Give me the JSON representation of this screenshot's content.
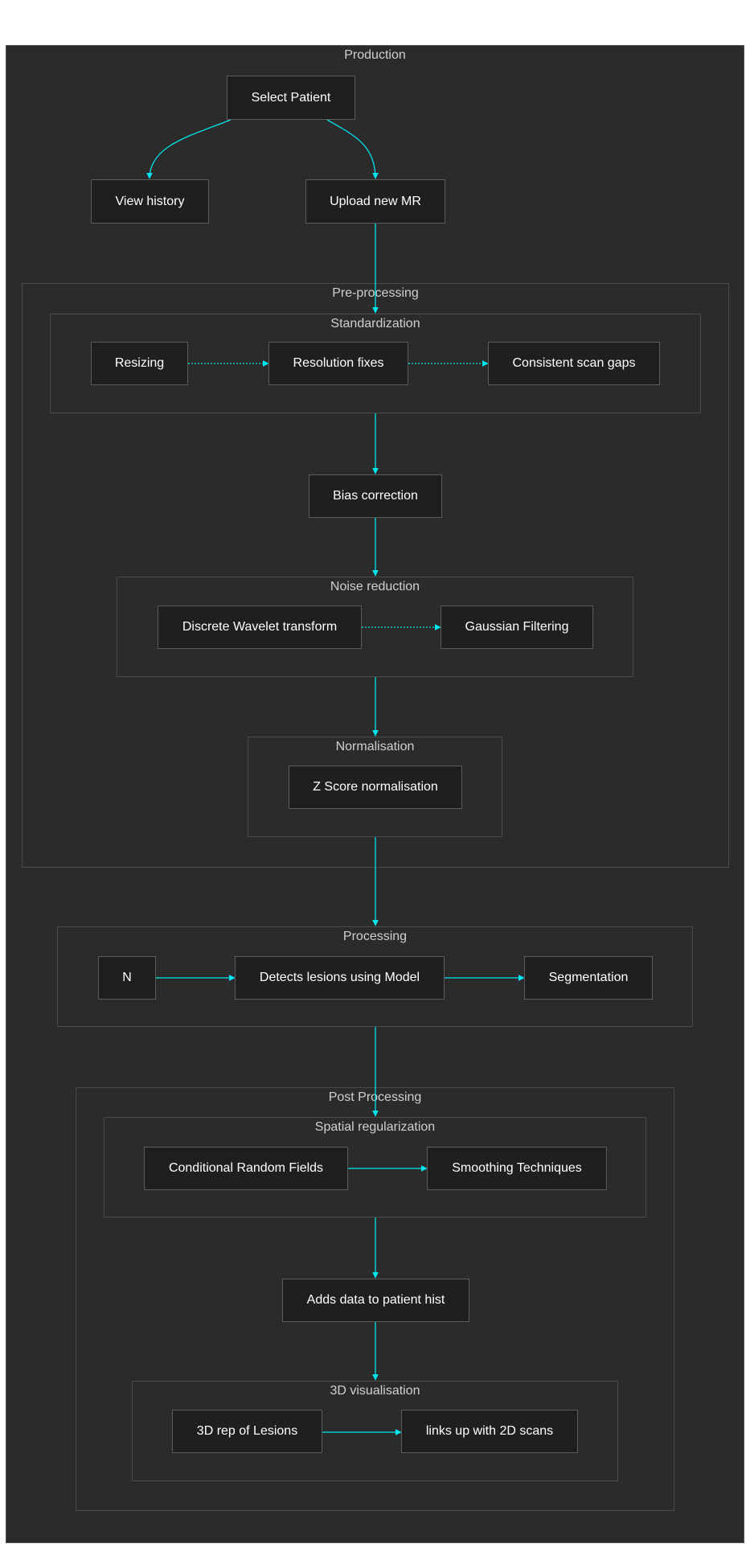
{
  "colors": {
    "edge": "#00e5ee",
    "background": "#2b2b2b",
    "node_fill": "#1f1f1f",
    "text": "#ffffff",
    "cluster_title": "#d0d0d0"
  },
  "clusters": {
    "production": "Production",
    "preprocessing": "Pre-processing",
    "standardization": "Standardization",
    "noise": "Noise reduction",
    "normalisation": "Normalisation",
    "processing": "Processing",
    "post": "Post Processing",
    "spatial": "Spatial regularization",
    "vis3d": "3D visualisation"
  },
  "nodes": {
    "select_patient": "Select Patient",
    "view_history": "View history",
    "upload_mr": "Upload new MR",
    "resizing": "Resizing",
    "resolution": "Resolution fixes",
    "scan_gaps": "Consistent scan gaps",
    "bias": "Bias correction",
    "wavelet": "Discrete Wavelet transform",
    "gaussian": "Gaussian Filtering",
    "zscore": "Z Score normalisation",
    "n": "N",
    "detects": "Detects lesions using Model",
    "segmentation": "Segmentation",
    "crf": "Conditional Random Fields",
    "smoothing": "Smoothing Techniques",
    "adds_data": "Adds data to patient hist",
    "rep3d": "3D rep of Lesions",
    "links2d": "links up with 2D scans"
  }
}
